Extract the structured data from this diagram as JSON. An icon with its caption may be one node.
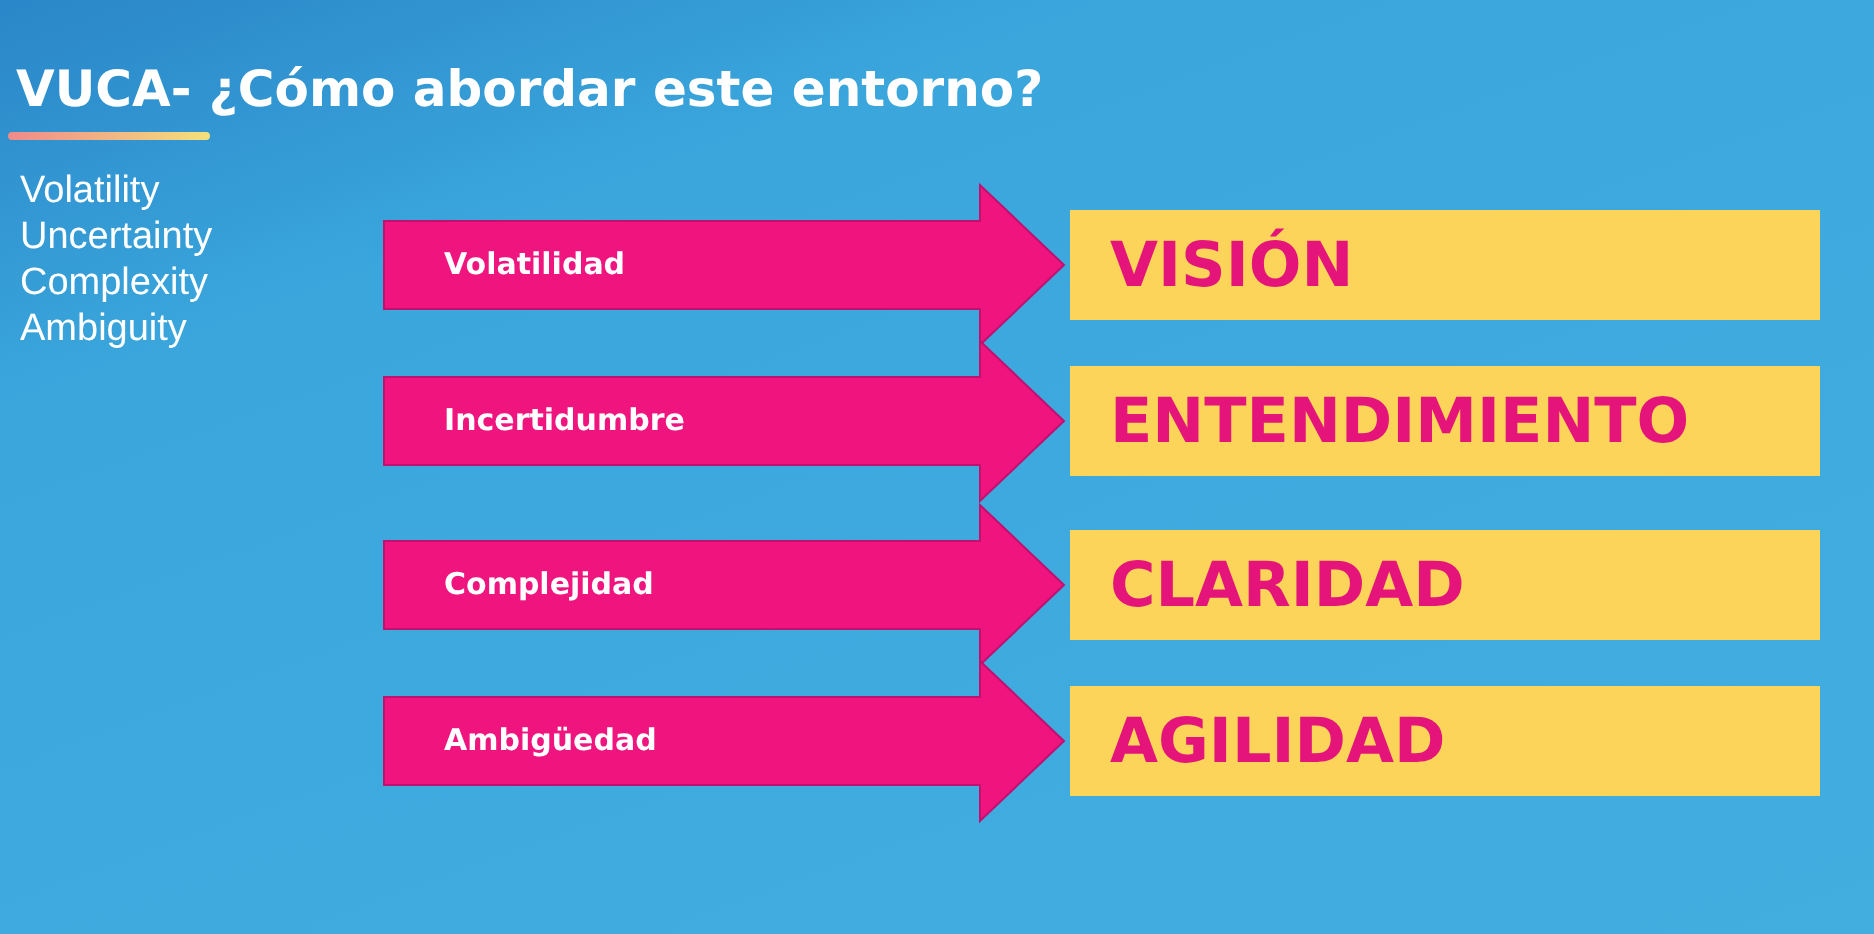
{
  "diagram": {
    "title": "VUCA- ¿Cómo abordar este entorno?",
    "nodes": [
      {
        "text": [
          "VISIÓN"
        ]
      },
      {
        "text": [
          "ENTENDIMIENTO"
        ]
      },
      {
        "text": [
          "CLARIDAD"
        ]
      },
      {
        "text": [
          "AGILIDAD"
        ]
      }
    ],
    "edges": [
      {
        "from": null,
        "to": 0,
        "arrow": "to",
        "label": "Volatilidad",
        "style": "thick"
      },
      {
        "from": null,
        "to": 1,
        "arrow": "to",
        "label": "Incertidumbre",
        "style": "thick"
      },
      {
        "from": null,
        "to": 2,
        "arrow": "to",
        "label": "Complejidad",
        "style": "thick"
      },
      {
        "from": null,
        "to": 3,
        "arrow": "to",
        "label": "Ambigüedad",
        "style": "thick"
      }
    ],
    "labels": [
      "Volatility",
      "Uncertainty",
      "Complexity",
      "Ambiguity"
    ]
  }
}
